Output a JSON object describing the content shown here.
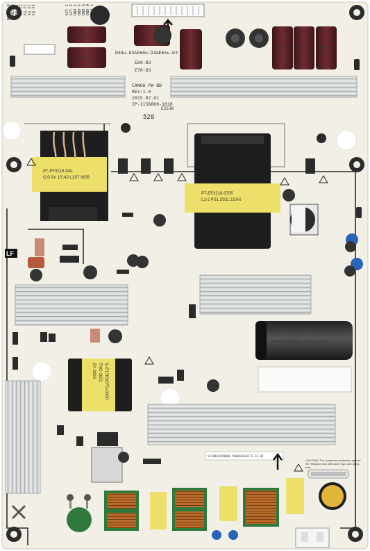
{
  "board": {
    "model_lines": [
      "CANOO PW BD",
      "REV:1.0",
      "2015.07.01",
      "IP-1156800-1010"
    ],
    "variant_lines": [
      "D58u-D3&E60u-D3&E65u-D3",
      "E60-D3",
      "E70-D3"
    ],
    "serial_label": "V12646CAP0000 P006A4013173 16 07",
    "batch_mark": "E3538",
    "code_528": "528",
    "lf_mark": "LF",
    "warning_text": "CAUTION: The equipment protection against fire. Replace only with same type and rating fuse."
  },
  "connector_labels": [
    "1 12V",
    "2 12V",
    "3 GND",
    "4 GND",
    "5 GND",
    "6 GND",
    "7 PS-ON",
    "8 BL-ON",
    "9 DIM",
    "10 NC",
    "11 5V",
    "12 5V",
    "13 5V",
    "14 5V"
  ],
  "transformers": {
    "main_lines": [
      "PT-PF3218-D4L",
      "CIS 9V 1S A0 L1S7 I6SB"
    ],
    "right_lines": [
      "PT-EF3219-3705",
      "L1-2 PS1 3S2L 1SAX"
    ],
    "standby_lines": [
      "IL-E176SCFO-0000",
      "TNO 1621",
      "SY 0000"
    ]
  },
  "capacitor_text": "SHENGRONG 450V 120uF",
  "colors": {
    "board": "#f2efe6",
    "heatsink": "#d9dbdc",
    "yellow_tape": "#ecdf6a",
    "capacitor": "#5a2428",
    "copper": "#b86a2a",
    "blue_cap": "#2a64b8",
    "green": "#2f7a3b"
  }
}
